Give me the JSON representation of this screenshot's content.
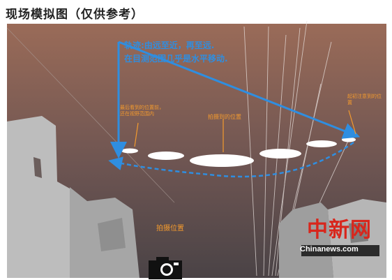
{
  "title": "现场模拟图（仅供参考）",
  "trajectory_note_line1": "轨迹:由远至近，再至远.",
  "trajectory_note_line2": "在目测范围几乎是水平移动.",
  "label_first_seen": "起初注意到的位置",
  "label_last_seen_line1": "最后看到的位置前，",
  "label_last_seen_line2": "还在视野范围内",
  "label_photographed": "拍摄到的位置",
  "label_shooting": "拍摄位置",
  "watermark_cn": "中新网",
  "watermark_en": "Chinanews.com",
  "colors": {
    "sky_top": "#9a6b58",
    "sky_bottom": "#4d4447",
    "trajectory": "#2f8ee0",
    "label": "#f39a2e",
    "building": "#bdbdbd",
    "watermark_red": "#d8261c"
  },
  "icons": [
    "camera-icon",
    "arrow-head-icon"
  ]
}
